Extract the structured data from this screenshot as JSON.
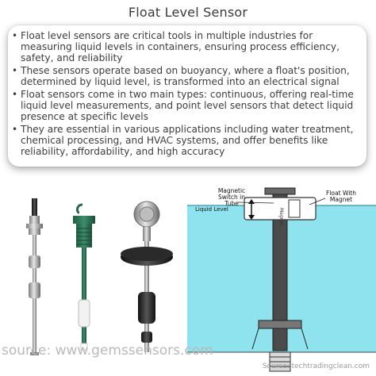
{
  "title": "Float Level Sensor",
  "bullets": [
    "Float level sensors are critical tools in multiple industries for measuring liquid levels in containers, ensuring process efficiency, safety, and reliability",
    "These sensors operate based on buoyancy, where a float's position, determined by liquid level, is transformed into an electrical signal",
    "Float sensors come in two main types: continuous, offering real-time liquid level measurements, and point level sensors that detect liquid presence at specific levels",
    "They are essential in various applications including water treatment, chemical processing, and HVAC systems, and offer benefits like reliability, affordability, and high accuracy"
  ],
  "diagram": {
    "magnetic_switch_label_1": "Magnetic",
    "magnetic_switch_label_2": "Switch in",
    "magnetic_switch_label_3": "Tube",
    "liquid_level_label": "Liquid Level",
    "float_label_1": "Float With",
    "float_label_2": "Magnet",
    "magnet_text": "Magnet"
  },
  "sources": {
    "left": "source: www.gemssensors.com",
    "right": "Source: techtradingclean.com"
  },
  "colors": {
    "water": "#8fe3ee",
    "text": "#3d3d3d"
  }
}
